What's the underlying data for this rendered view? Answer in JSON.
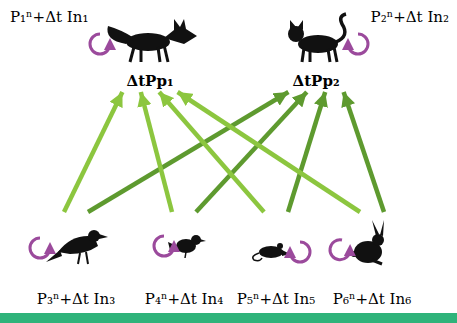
{
  "diagram": {
    "nodes": [
      {
        "text": [
          "ΔtPp₁"
        ]
      },
      {
        "text": [
          "ΔtPp₂"
        ]
      },
      {
        "text": [
          "P₃ⁿ+Δt In₃"
        ]
      },
      {
        "text": [
          "P₄ⁿ+Δt In₄"
        ]
      },
      {
        "text": [
          "P₅ⁿ+Δt In₅"
        ]
      },
      {
        "text": [
          "P₆ⁿ+Δt In₆"
        ]
      }
    ],
    "edges": [
      {
        "from": 2,
        "to": 0,
        "arrow": "to"
      },
      {
        "from": 2,
        "to": 1,
        "arrow": "to"
      },
      {
        "from": 3,
        "to": 0,
        "arrow": "to"
      },
      {
        "from": 3,
        "to": 1,
        "arrow": "to"
      },
      {
        "from": 4,
        "to": 0,
        "arrow": "to"
      },
      {
        "from": 4,
        "to": 1,
        "arrow": "to"
      },
      {
        "from": 5,
        "to": 0,
        "arrow": "to"
      },
      {
        "from": 5,
        "to": 1,
        "arrow": "to"
      }
    ],
    "labels": [
      "P₁ⁿ+Δt In₁",
      "P₂ⁿ+Δt In₂"
    ]
  }
}
